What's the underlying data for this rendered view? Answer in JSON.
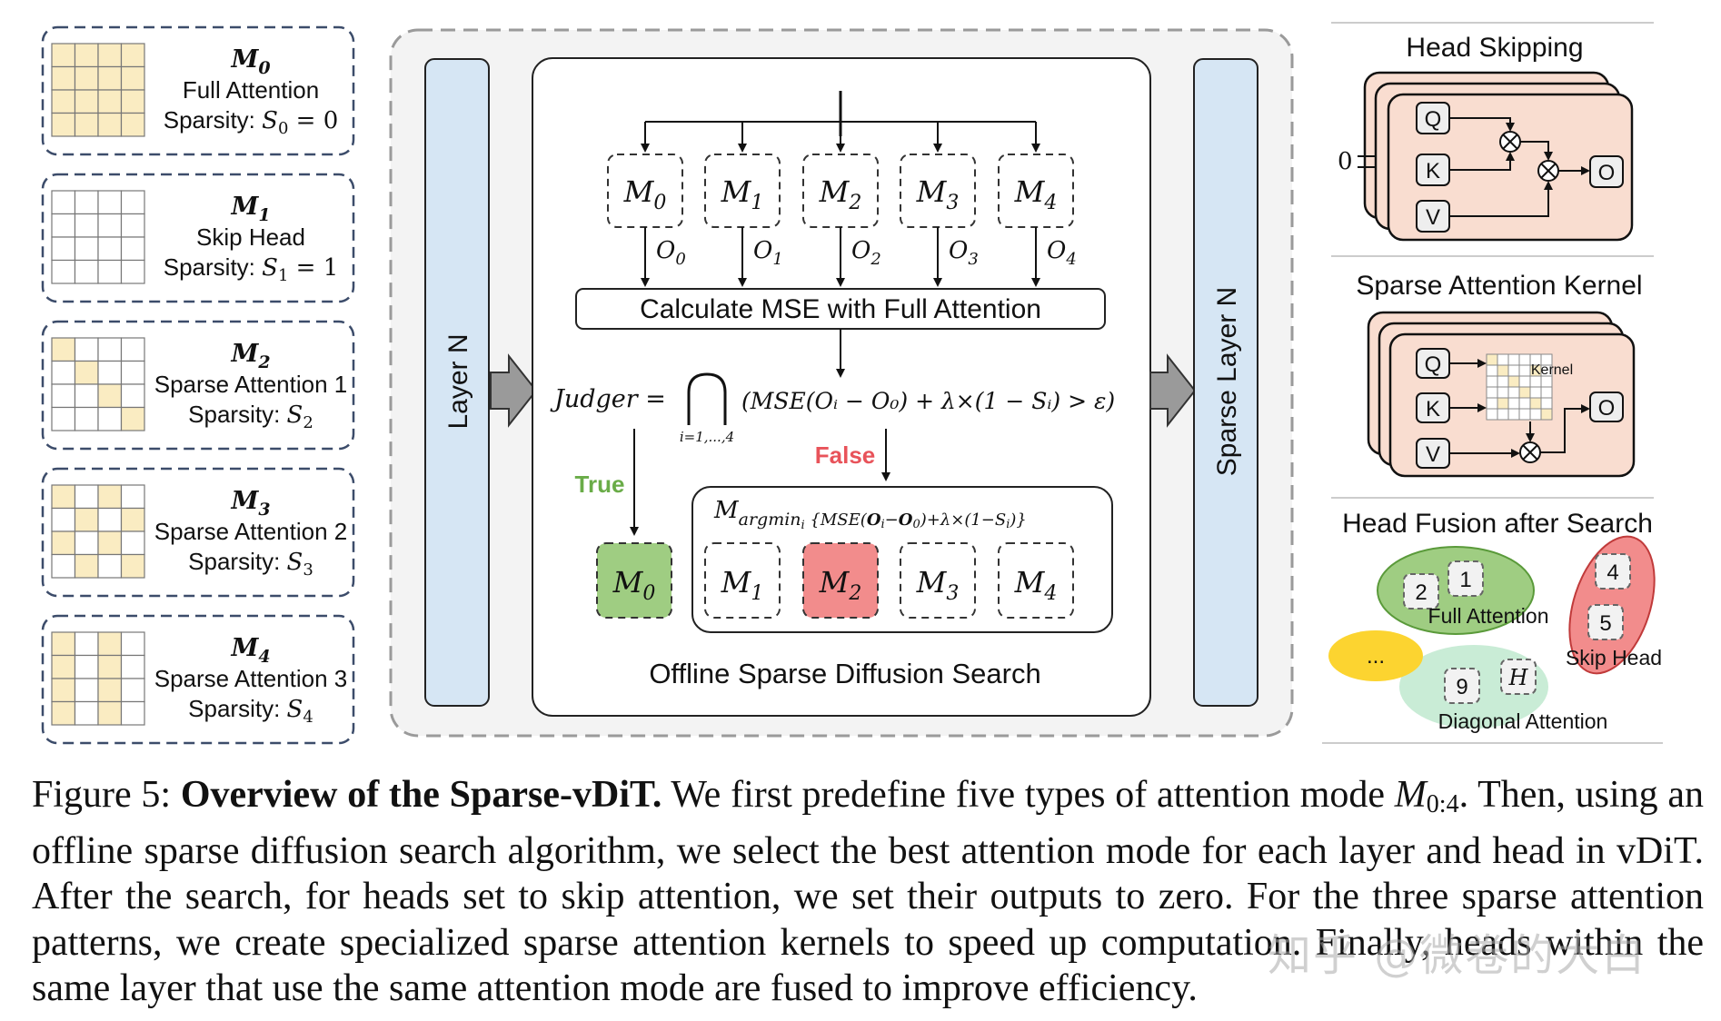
{
  "modes": [
    {
      "symbol": "M",
      "sub": "0",
      "name": "Full Attention",
      "sparsity_prefix": "Sparsity: ",
      "sparsity_var": "S",
      "sparsity_sub": "0",
      "sparsity_suffix": " = 0"
    },
    {
      "symbol": "M",
      "sub": "1",
      "name": "Skip Head",
      "sparsity_prefix": "Sparsity: ",
      "sparsity_var": "S",
      "sparsity_sub": "1",
      "sparsity_suffix": " = 1"
    },
    {
      "symbol": "M",
      "sub": "2",
      "name": "Sparse Attention 1",
      "sparsity_prefix": "Sparsity: ",
      "sparsity_var": "S",
      "sparsity_sub": "2",
      "sparsity_suffix": ""
    },
    {
      "symbol": "M",
      "sub": "3",
      "name": "Sparse Attention 2",
      "sparsity_prefix": "Sparsity: ",
      "sparsity_var": "S",
      "sparsity_sub": "3",
      "sparsity_suffix": ""
    },
    {
      "symbol": "M",
      "sub": "4",
      "name": "Sparse Attention 3",
      "sparsity_prefix": "Sparsity: ",
      "sparsity_var": "S",
      "sparsity_sub": "4",
      "sparsity_suffix": ""
    }
  ],
  "search": {
    "layer_label": "Layer N",
    "sparse_layer_label": "Sparse Layer N",
    "top_modes": [
      "M0",
      "M1",
      "M2",
      "M3",
      "M4"
    ],
    "outputs": [
      "O0",
      "O1",
      "O2",
      "O3",
      "O4"
    ],
    "mse_label": "Calculate MSE with Full Attention",
    "judger_label": "Judger =",
    "intersection_range": "i=1,...,4",
    "judger_condition": "(MSE(Oᵢ − O₀) + λ×(1 − Sᵢ) > ε)",
    "true_label": "True",
    "false_label": "False",
    "argmin_label": "M argmin_i {MSE(Oᵢ−O₀)+λ×(1−Sᵢ)}",
    "result_true_mode": "M0",
    "result_false_modes": [
      "M1",
      "M2",
      "M3",
      "M4"
    ],
    "title": "Offline Sparse Diffusion Search"
  },
  "head_skipping": {
    "title": "Head Skipping",
    "q": "Q",
    "k": "K",
    "v": "V",
    "o": "O",
    "zero": "0"
  },
  "sparse_kernel": {
    "title": "Sparse Attention Kernel",
    "q": "Q",
    "k": "K",
    "v": "V",
    "o": "O",
    "kernel": "Kernel"
  },
  "head_fusion": {
    "title": "Head Fusion after Search",
    "full_attention": "Full Attention",
    "skip_head": "Skip Head",
    "diagonal_attention": "Diagonal Attention",
    "ellipsis": "...",
    "heads_full": [
      "2",
      "1"
    ],
    "heads_skip": [
      "4",
      "5"
    ],
    "heads_diag": [
      "9",
      "H"
    ]
  },
  "caption": {
    "label": "Figure 5:",
    "bold": "Overview of the Sparse-vDiT.",
    "text1": "We first predefine five types of attention mode",
    "math_m": "M",
    "math_sub": "0:4",
    "text2": ". Then, using an offline sparse diffusion search algorithm, we select the best attention mode for each layer and head in vDiT. After the search, for heads set to skip attention, we set their outputs to zero. For the three sparse attention patterns, we create specialized sparse attention kernels to speed up computation. Finally, heads within the same layer that use the same attention mode are fused to improve efficiency."
  },
  "watermark": "知乎 @微卷的大白",
  "colors": {
    "mask_yellow": "#faecc2",
    "layer_blue": "#d6e6f4",
    "green": "#9fcd82",
    "red": "#f28c8c",
    "peach": "#f9ddd0",
    "true_green": "#6aac48",
    "false_red": "#e8535a",
    "diag_green": "#c9ecd6",
    "ellipsis_yellow": "#fcd430"
  }
}
